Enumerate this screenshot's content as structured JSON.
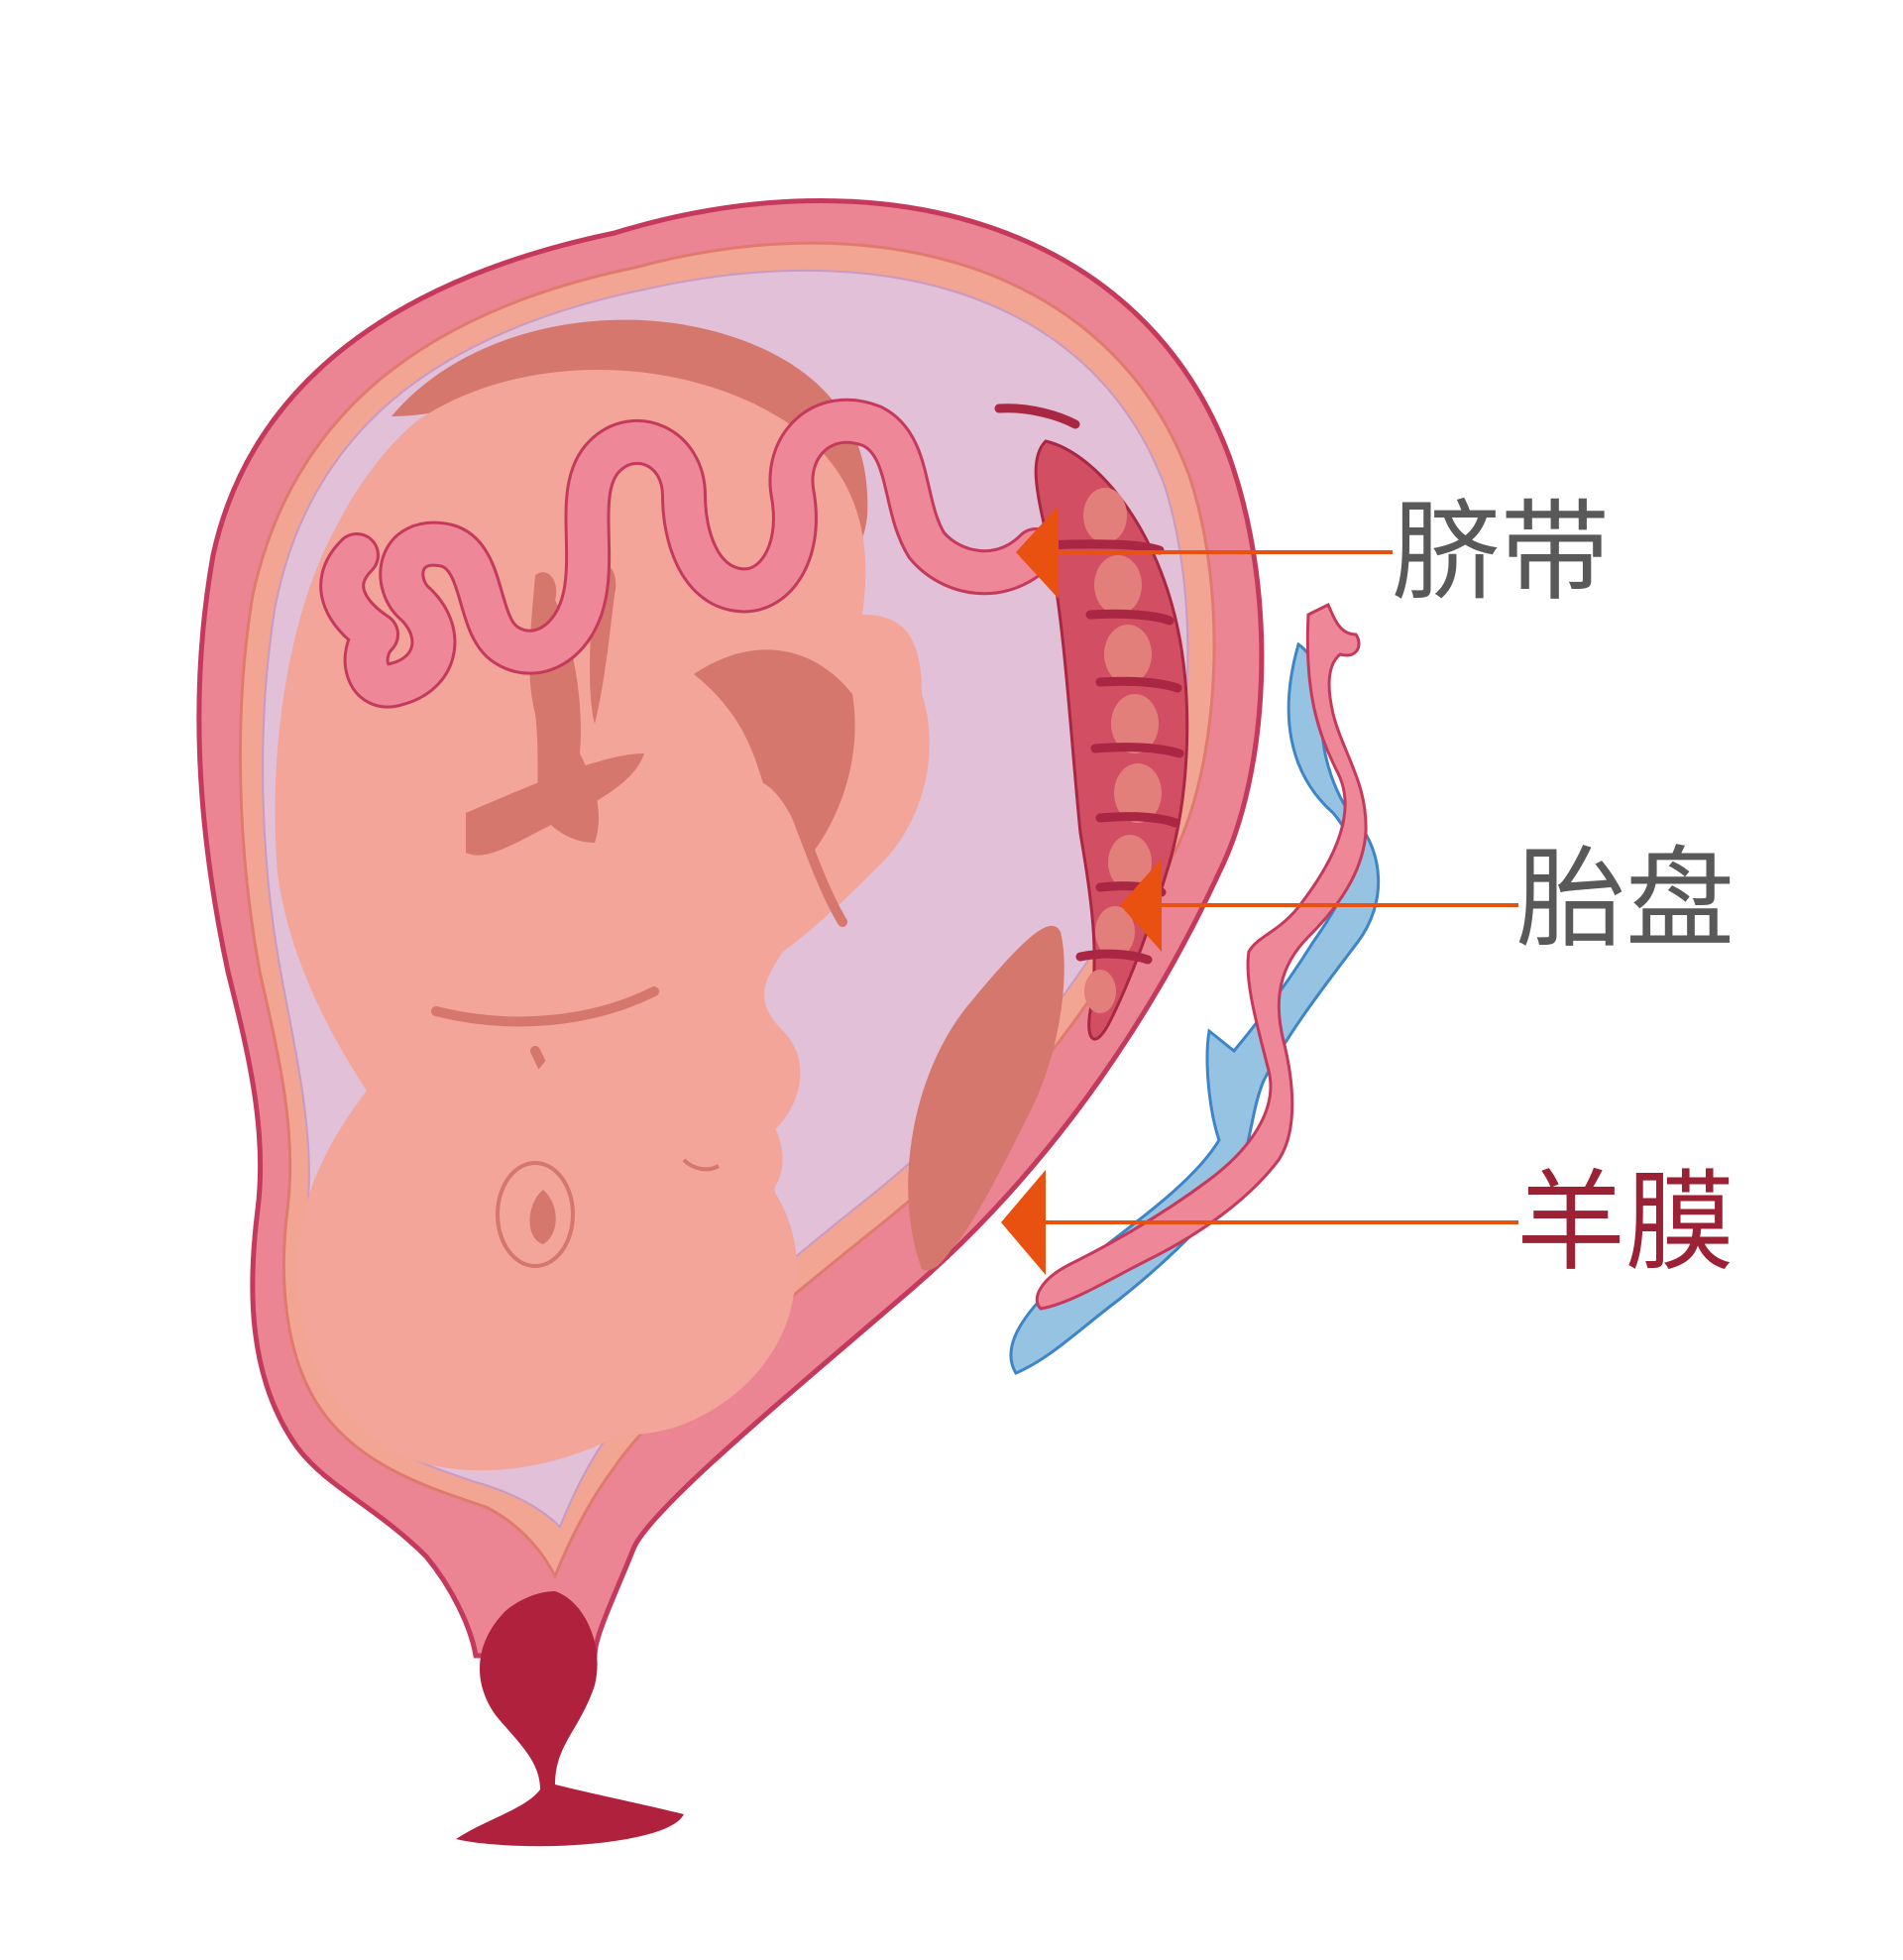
{
  "labels": {
    "umbilical_cord": "脐带",
    "placenta": "胎盘",
    "amnion": "羊膜"
  },
  "colors": {
    "uterus_wall": "#ec8593",
    "uterus_outline": "#c53a5c",
    "inner_layer": "#f1a592",
    "amniotic_fluid": "#e1c0d8",
    "fetus_skin": "#f2a598",
    "fetus_shadow": "#d5776c",
    "umbilical_cord": "#ee8797",
    "placenta": "#d24e63",
    "cervix": "#b0213d",
    "vein_blue": "#97c3e2",
    "pointer_orange": "#e8510f",
    "text_dark": "#595959",
    "text_red": "#9b2235"
  }
}
